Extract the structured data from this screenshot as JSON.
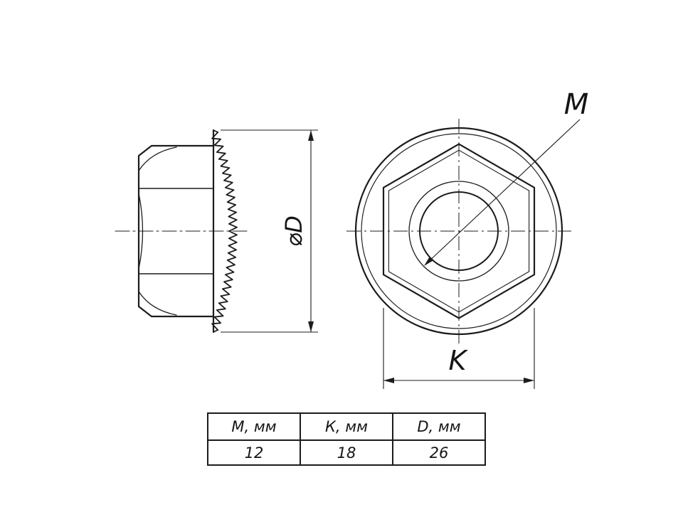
{
  "drawing": {
    "labels": {
      "thread_label": "M",
      "across_flats_label": "K",
      "flange_diameter_label": "⌀D"
    },
    "colors": {
      "line": "#1c1c1c",
      "background": "#ffffff"
    }
  },
  "spec_table": {
    "headers": [
      "М, мм",
      "К, мм",
      "D, мм"
    ],
    "values": [
      "12",
      "18",
      "26"
    ]
  }
}
